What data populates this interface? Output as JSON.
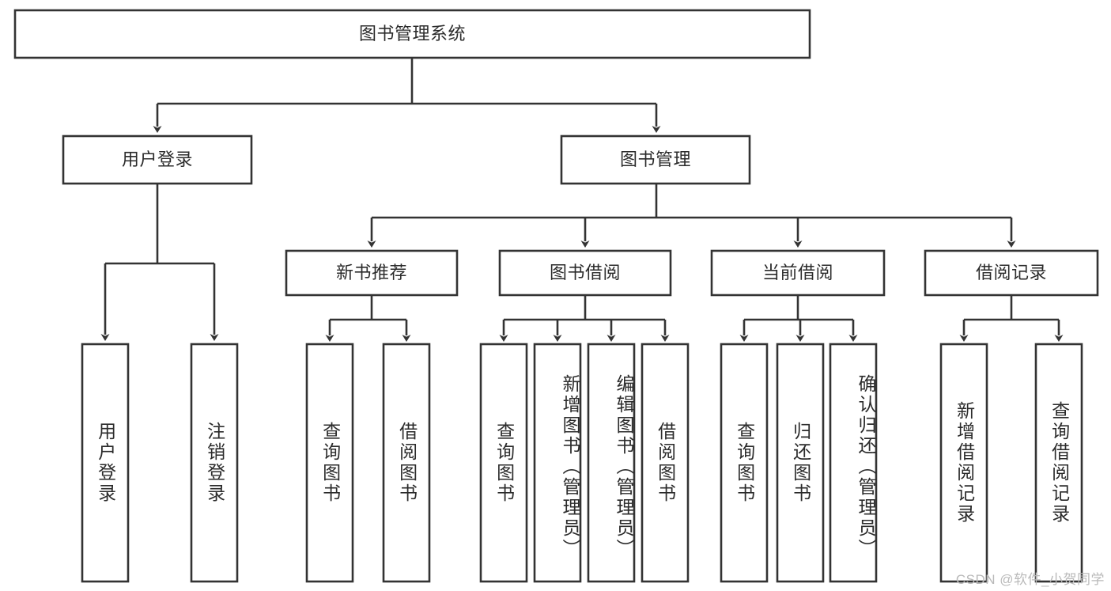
{
  "diagram": {
    "title": "图书管理系统",
    "type": "hierarchy-tree",
    "watermark": "CSDN @软件_小贺同学",
    "colors": {
      "stroke": "#333333",
      "fill": "#ffffff",
      "text": "#2b2b2b",
      "watermark": "#b9b9b9",
      "background": "#ffffff"
    },
    "root": {
      "label": "图书管理系统"
    },
    "level2": [
      {
        "label": "用户登录"
      },
      {
        "label": "图书管理"
      }
    ],
    "level3": [
      {
        "label": "新书推荐"
      },
      {
        "label": "图书借阅"
      },
      {
        "label": "当前借阅"
      },
      {
        "label": "借阅记录"
      }
    ],
    "leaves": {
      "user_login": [
        {
          "label": "用户登录"
        },
        {
          "label": "注销登录"
        }
      ],
      "new_book_recommend": [
        {
          "label": "查询图书"
        },
        {
          "label": "借阅图书"
        }
      ],
      "book_borrow": [
        {
          "label": "查询图书"
        },
        {
          "label": "新增图书（管理员）"
        },
        {
          "label": "编辑图书（管理员）"
        },
        {
          "label": "借阅图书"
        }
      ],
      "current_borrow": [
        {
          "label": "查询图书"
        },
        {
          "label": "归还图书"
        },
        {
          "label": "确认归还（管理员）"
        }
      ],
      "borrow_record": [
        {
          "label": "新增借阅记录"
        },
        {
          "label": "查询借阅记录"
        }
      ]
    }
  }
}
